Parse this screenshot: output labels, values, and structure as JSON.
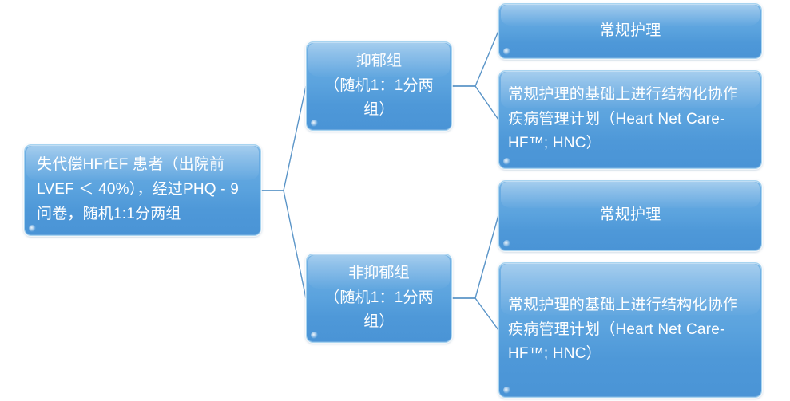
{
  "diagram": {
    "title": "HFrEF randomization flowchart",
    "background_color": "#ffffff",
    "node_fill_top": "#7ab6e6",
    "node_fill_bottom": "#4a94d6",
    "node_text_color": "#ffffff",
    "connector_color": "#5b95c8"
  },
  "nodes": {
    "root": {
      "label": "失代偿HFrEF 患者（出院前LVEF ＜ 40%），经过PHQ - 9问卷，随机1:1分两组"
    },
    "depressed_group": {
      "label": "抑郁组\n（随机1：1分两组）"
    },
    "nondepressed_group": {
      "label": "非抑郁组\n（随机1：1分两组）"
    },
    "depressed_usual_care": {
      "label": "常规护理"
    },
    "depressed_hnc": {
      "label": "常规护理的基础上进行结构化协作疾病管理计划（Heart Net Care-HF™; HNC）"
    },
    "nondepressed_usual_care": {
      "label": "常规护理"
    },
    "nondepressed_hnc": {
      "label": "常规护理的基础上进行结构化协作疾病管理计划（Heart Net Care-HF™; HNC）"
    }
  },
  "connectors": [
    {
      "name": "root-to-depressed",
      "from": "root",
      "to": "depressed_group"
    },
    {
      "name": "root-to-nondepressed",
      "from": "root",
      "to": "nondepressed_group"
    },
    {
      "name": "depressed-to-usual-care",
      "from": "depressed_group",
      "to": "depressed_usual_care"
    },
    {
      "name": "depressed-to-hnc",
      "from": "depressed_group",
      "to": "depressed_hnc"
    },
    {
      "name": "nondepressed-to-usual-care",
      "from": "nondepressed_group",
      "to": "nondepressed_usual_care"
    },
    {
      "name": "nondepressed-to-hnc",
      "from": "nondepressed_group",
      "to": "nondepressed_hnc"
    }
  ]
}
